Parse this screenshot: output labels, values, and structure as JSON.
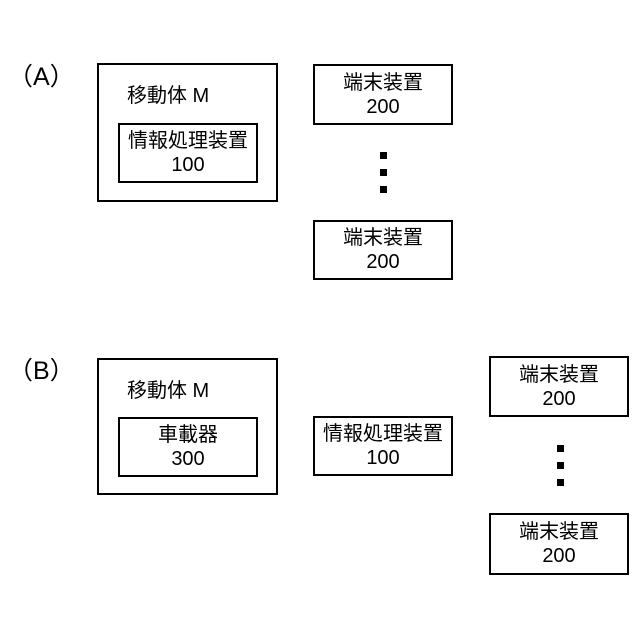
{
  "page": {
    "background": "#ffffff",
    "ink_color": "#000000"
  },
  "sections": {
    "a": {
      "label": "（A）",
      "mobile_box": {
        "title": "移動体 M",
        "device": {
          "name": "情報処理装置",
          "number": "100"
        }
      },
      "terminal_top": {
        "name": "端末装置",
        "number": "200"
      },
      "terminal_bottom": {
        "name": "端末装置",
        "number": "200"
      }
    },
    "b": {
      "label": "（B）",
      "mobile_box": {
        "title": "移動体 M",
        "device": {
          "name": "車載器",
          "number": "300"
        }
      },
      "processing_box": {
        "name": "情報処理装置",
        "number": "100"
      },
      "terminal_top": {
        "name": "端末装置",
        "number": "200"
      },
      "terminal_bottom": {
        "name": "端末装置",
        "number": "200"
      }
    }
  }
}
